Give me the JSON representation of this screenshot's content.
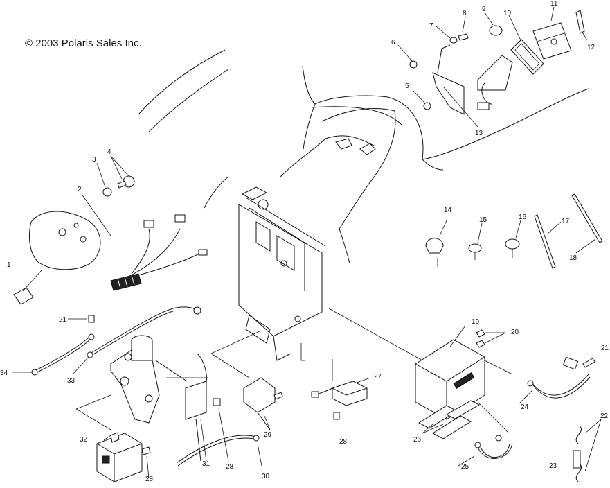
{
  "copyright": "© 2003 Polaris Sales Inc.",
  "callouts": {
    "c1": "1",
    "c2": "2",
    "c3": "3",
    "c4": "4",
    "c5": "5",
    "c6": "6",
    "c7": "7",
    "c8": "8",
    "c9": "9",
    "c10": "10",
    "c11": "11",
    "c12": "12",
    "c13": "13",
    "c14": "14",
    "c15": "15",
    "c16": "16",
    "c17": "17",
    "c18": "18",
    "c19": "19",
    "c20": "20",
    "c21a": "21",
    "c21b": "21",
    "c22": "22",
    "c23": "23",
    "c24": "24",
    "c25": "25",
    "c26": "26",
    "c27": "27",
    "c28a": "28",
    "c28b": "28",
    "c28c": "28",
    "c29": "29",
    "c30": "30",
    "c31": "31",
    "c32": "32",
    "c33": "33",
    "c34": "34"
  }
}
